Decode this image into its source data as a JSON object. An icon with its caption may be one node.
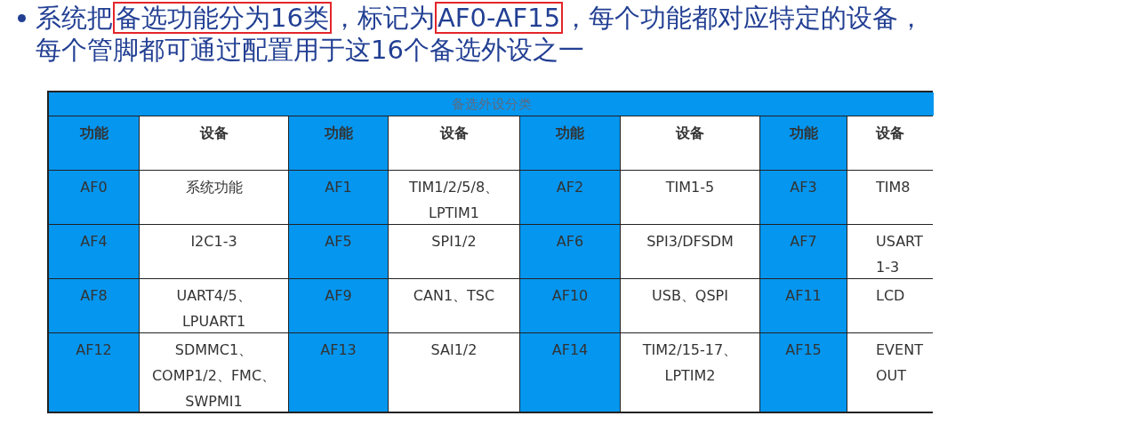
{
  "diagram": {
    "nodes": [
      {
        "text": [
          "备选功能分为16类"
        ]
      },
      {
        "text": [
          "AF0-AF15"
        ]
      }
    ],
    "labels": [
      "系统把",
      "，标记为",
      "，每个功能都对应特定的设备，",
      "每个管脚都可通过配置用于这16个备选外设之一",
      "备选外设分类",
      "功能",
      "设备",
      "功能",
      "设备",
      "功能",
      "设备",
      "功能",
      "设备",
      "AF0",
      "系统功能",
      "AF1",
      "TIM1/2/5/8、 LPTIM1",
      "AF2",
      "TIM1-5",
      "AF3",
      "TIM8",
      "AF4",
      "I2C1-3",
      "AF5",
      "SPI1/2",
      "AF6",
      "SPI3/DFSDM",
      "AF7",
      "USART 1-3",
      "AF8",
      "UART4/5、 LPUART1",
      "AF9",
      "CAN1、TSC",
      "AF10",
      "USB、QSPI",
      "AF11",
      "LCD",
      "AF12",
      "SDMMC1、 COMP1/2、FMC、 SWPMI1",
      "AF13",
      "SAI1/2",
      "AF14",
      "TIM2/15-17、 LPTIM2",
      "AF15",
      "EVENT OUT"
    ]
  }
}
